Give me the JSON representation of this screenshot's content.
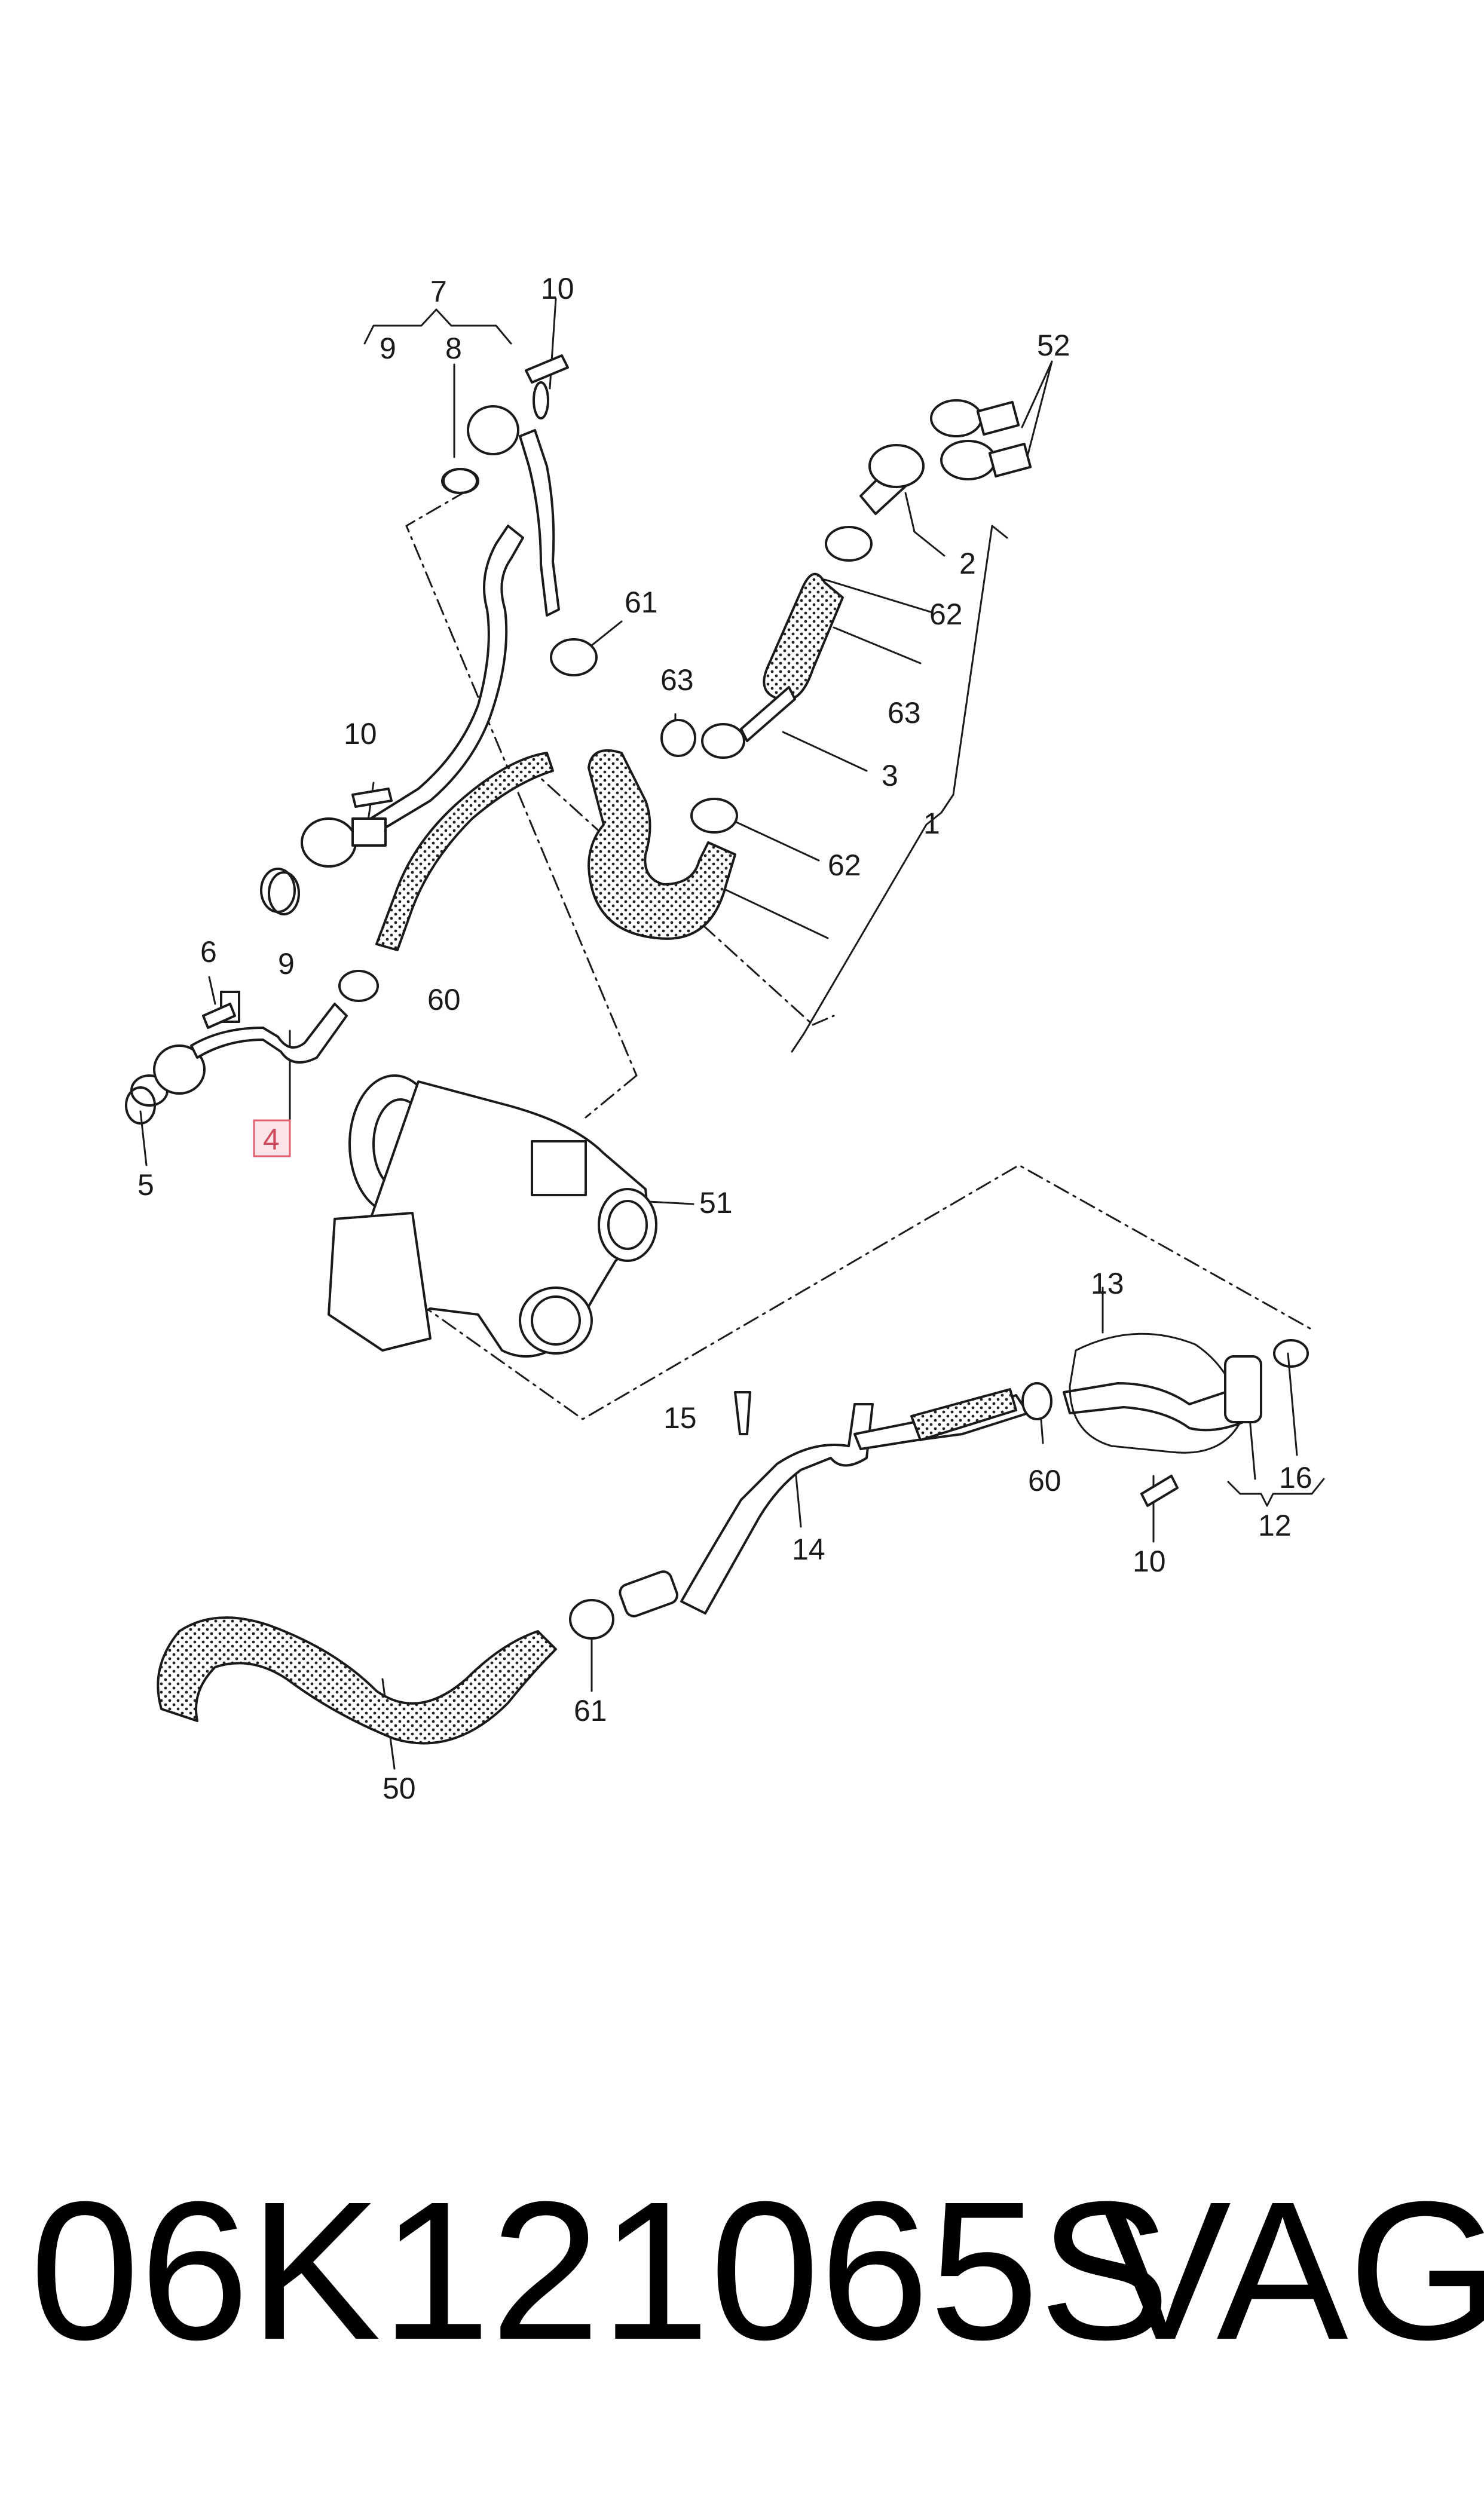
{
  "diagram": {
    "labels": [
      {
        "id": "7",
        "text": "7"
      },
      {
        "id": "9a",
        "text": "9"
      },
      {
        "id": "8",
        "text": "8"
      },
      {
        "id": "10a",
        "text": "10"
      },
      {
        "id": "52",
        "text": "52"
      },
      {
        "id": "2",
        "text": "2"
      },
      {
        "id": "61a",
        "text": "61"
      },
      {
        "id": "62a",
        "text": "62"
      },
      {
        "id": "63a",
        "text": "63"
      },
      {
        "id": "63b",
        "text": "63"
      },
      {
        "id": "3",
        "text": "3"
      },
      {
        "id": "1",
        "text": "1"
      },
      {
        "id": "62b",
        "text": "62"
      },
      {
        "id": "10b",
        "text": "10"
      },
      {
        "id": "9b",
        "text": "9"
      },
      {
        "id": "6",
        "text": "6"
      },
      {
        "id": "60a",
        "text": "60"
      },
      {
        "id": "4",
        "text": "4",
        "highlighted": true
      },
      {
        "id": "5",
        "text": "5"
      },
      {
        "id": "51",
        "text": "51"
      },
      {
        "id": "13",
        "text": "13"
      },
      {
        "id": "15",
        "text": "15"
      },
      {
        "id": "60b",
        "text": "60"
      },
      {
        "id": "16",
        "text": "16"
      },
      {
        "id": "14",
        "text": "14"
      },
      {
        "id": "10c",
        "text": "10"
      },
      {
        "id": "12",
        "text": "12"
      },
      {
        "id": "61b",
        "text": "61"
      },
      {
        "id": "50",
        "text": "50"
      }
    ],
    "highlight_color": "#e06070"
  },
  "footer": {
    "part_number": "06K121065S",
    "brand": "VAG"
  }
}
